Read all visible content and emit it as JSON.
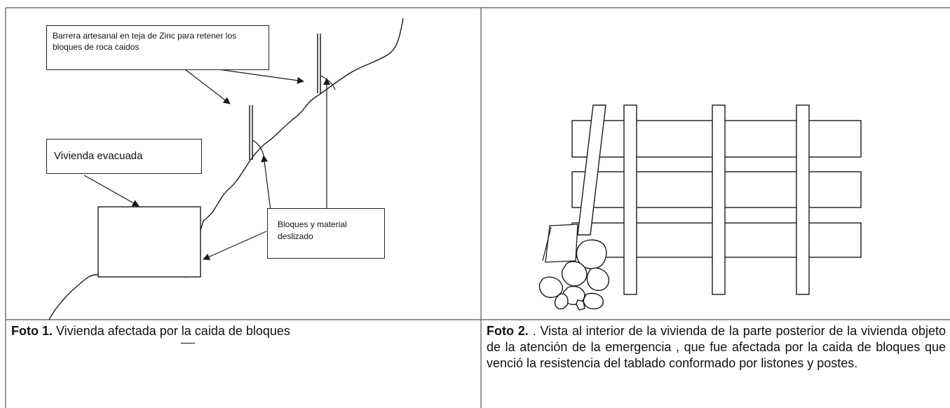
{
  "photo1": {
    "label_barrier": "Barrera artesanal en teja de Zinc para retener los bloques de roca caidos",
    "label_house": "Vivienda evacuada",
    "label_blocks": "Bloques y material deslizado",
    "caption_number": "Foto 1.",
    "caption_text": " Vivienda afectada por la caida de bloques"
  },
  "photo2": {
    "caption_number": "Foto 2.",
    "caption_text": " . Vista al interior de la vivienda de la parte posterior de la vivienda objeto de la atención de la emergencia , que fue afectada por la caida de bloques que venció la resistencia del tablado conformado por listones y postes."
  },
  "colors": {
    "line": "#1a1a1a",
    "grid": "#555555",
    "background": "#ffffff"
  }
}
